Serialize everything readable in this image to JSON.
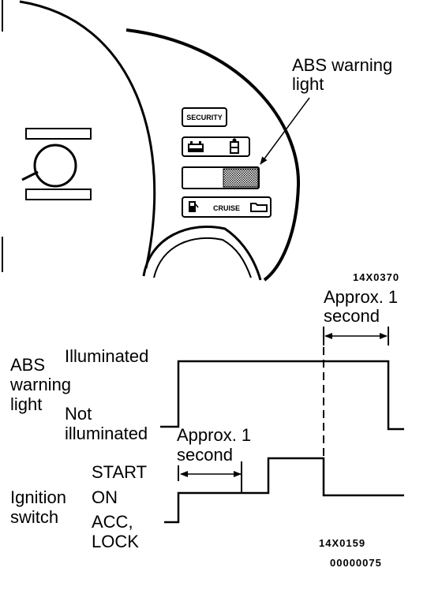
{
  "cluster": {
    "callout_line1": "ABS warning",
    "callout_line2": "light",
    "security_label": "SECURITY",
    "cruise_label": "CRUISE",
    "figure_code": "14X0370"
  },
  "timing": {
    "approx_top_line1": "Approx. 1",
    "approx_top_line2": "second",
    "approx_bottom_line1": "Approx. 1",
    "approx_bottom_line2": "second",
    "abs_label_line1": "ABS",
    "abs_label_line2": "warning",
    "abs_label_line3": "light",
    "state_illuminated": "Illuminated",
    "state_not_line1": "Not",
    "state_not_line2": "illuminated",
    "ignition_line1": "Ignition",
    "ignition_line2": "switch",
    "pos_start": "START",
    "pos_on": "ON",
    "pos_acc_line1": "ACC,",
    "pos_acc_line2": "LOCK",
    "figure_code": "14X0159",
    "doc_code": "00000075"
  }
}
